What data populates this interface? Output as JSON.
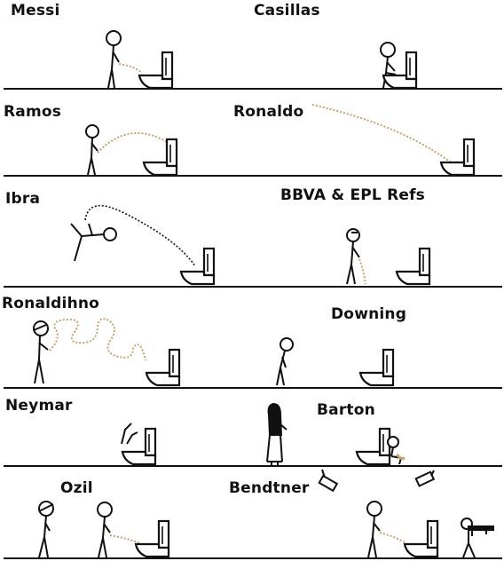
{
  "panels": [
    {
      "id": "messi",
      "label": "Messi"
    },
    {
      "id": "casillas",
      "label": "Casillas"
    },
    {
      "id": "ramos",
      "label": "Ramos"
    },
    {
      "id": "ronaldo",
      "label": "Ronaldo"
    },
    {
      "id": "ibra",
      "label": "Ibra"
    },
    {
      "id": "refs",
      "label": "BBVA & EPL Refs"
    },
    {
      "id": "ronaldinho",
      "label": "Ronaldihno"
    },
    {
      "id": "downing",
      "label": "Downing"
    },
    {
      "id": "neymar",
      "label": "Neymar"
    },
    {
      "id": "barton",
      "label": "Barton"
    },
    {
      "id": "ozil",
      "label": "Ozil"
    },
    {
      "id": "bendtner",
      "label": "Bendtner"
    }
  ],
  "colors": {
    "ink": "#111111",
    "stream": "#c8a36a"
  }
}
